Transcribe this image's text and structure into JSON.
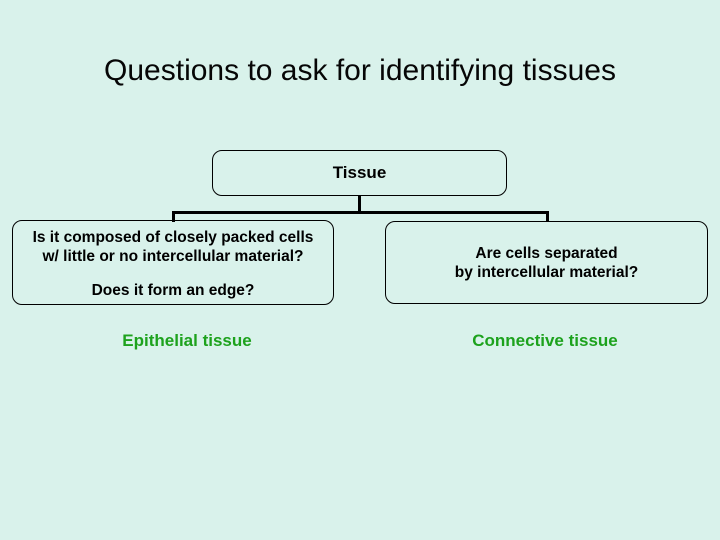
{
  "slide": {
    "title": "Questions to ask for identifying tissues",
    "colors": {
      "background": "#d9f2eb",
      "box_border": "#000000",
      "connector_line": "#000000",
      "question_text": "#000000",
      "answer_green": "#1da21d"
    }
  },
  "flowchart": {
    "root_label": "Tissue",
    "left_branch": {
      "question_line1": "Is it composed of closely packed cells",
      "question_line2": "w/ little or no intercellular material?",
      "question_line3": "Does it form an edge?",
      "answer_label": "Epithelial tissue"
    },
    "right_branch": {
      "question_line1": "Are cells separated",
      "question_line2": "by intercellular material?",
      "answer_label": "Connective tissue"
    }
  }
}
